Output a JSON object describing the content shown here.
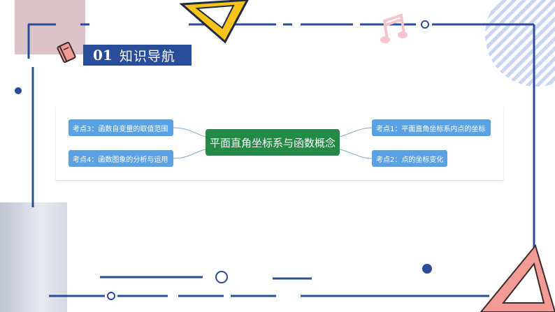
{
  "section": {
    "number": "01",
    "title": "知识导航"
  },
  "mindmap": {
    "center": "平面直角坐标系与函数概念",
    "left_nodes": [
      "考点3：函数自变量的取值范围",
      "考点4：函数图象的分析与运用"
    ],
    "right_nodes": [
      "考点1：平面直角坐标系内点的坐标",
      "考点2：点的坐标变化"
    ]
  },
  "colors": {
    "frame": "#2a4d9a",
    "header_bg": "#2a4d9a",
    "node": "#5aa2e4",
    "center_node": "#228a45",
    "triangle_yellow": "#f7c21a",
    "triangle_pink": "#f29a94",
    "stripe": "#c9d6f3"
  },
  "icons": [
    "book-icon",
    "music-note-icon",
    "triangle-decor",
    "striped-circle-decor"
  ]
}
